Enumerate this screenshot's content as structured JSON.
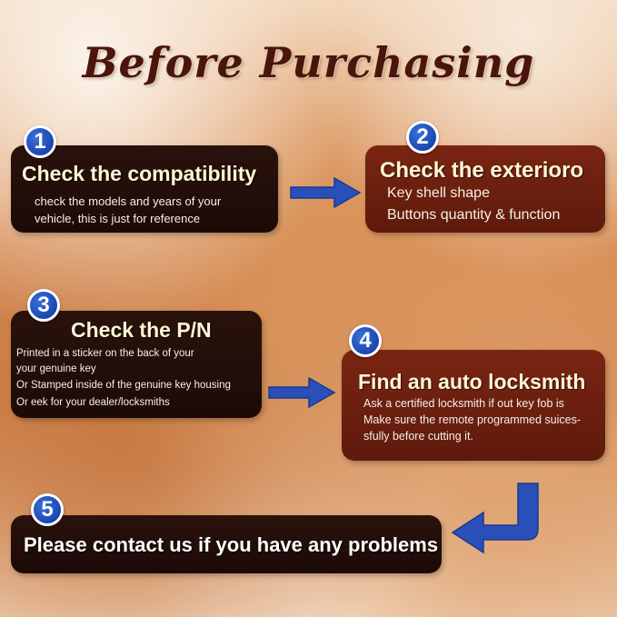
{
  "title": "Before Purchasing",
  "steps": [
    {
      "number": "1",
      "heading": "Check the compatibility",
      "lines": [
        "check the models and years of your",
        "vehicle, this is just for reference"
      ]
    },
    {
      "number": "2",
      "heading": "Check the exterioro",
      "lines": [
        "Key shell shape",
        "Buttons quantity & function"
      ]
    },
    {
      "number": "3",
      "heading": "Check the P/N",
      "lines": [
        "Printed in a sticker on the back of your",
        "your genuine key",
        "Or Stamped inside of the genuine key housing",
        "Or eek for your dealer/locksmiths"
      ]
    },
    {
      "number": "4",
      "heading": "Find an auto locksmith",
      "lines": [
        "Ask a certified locksmith if out key fob is",
        "Make sure the remote programmed suices-",
        "sfully before cutting it."
      ]
    },
    {
      "number": "5",
      "heading": "Please contact us if you have any problems"
    }
  ],
  "colors": {
    "title": "#4a150d",
    "badge": "#1a47b0",
    "arrow": "#2a4fb8",
    "card_dark": "#1c0a06",
    "card_red": "#5e1a0c"
  }
}
